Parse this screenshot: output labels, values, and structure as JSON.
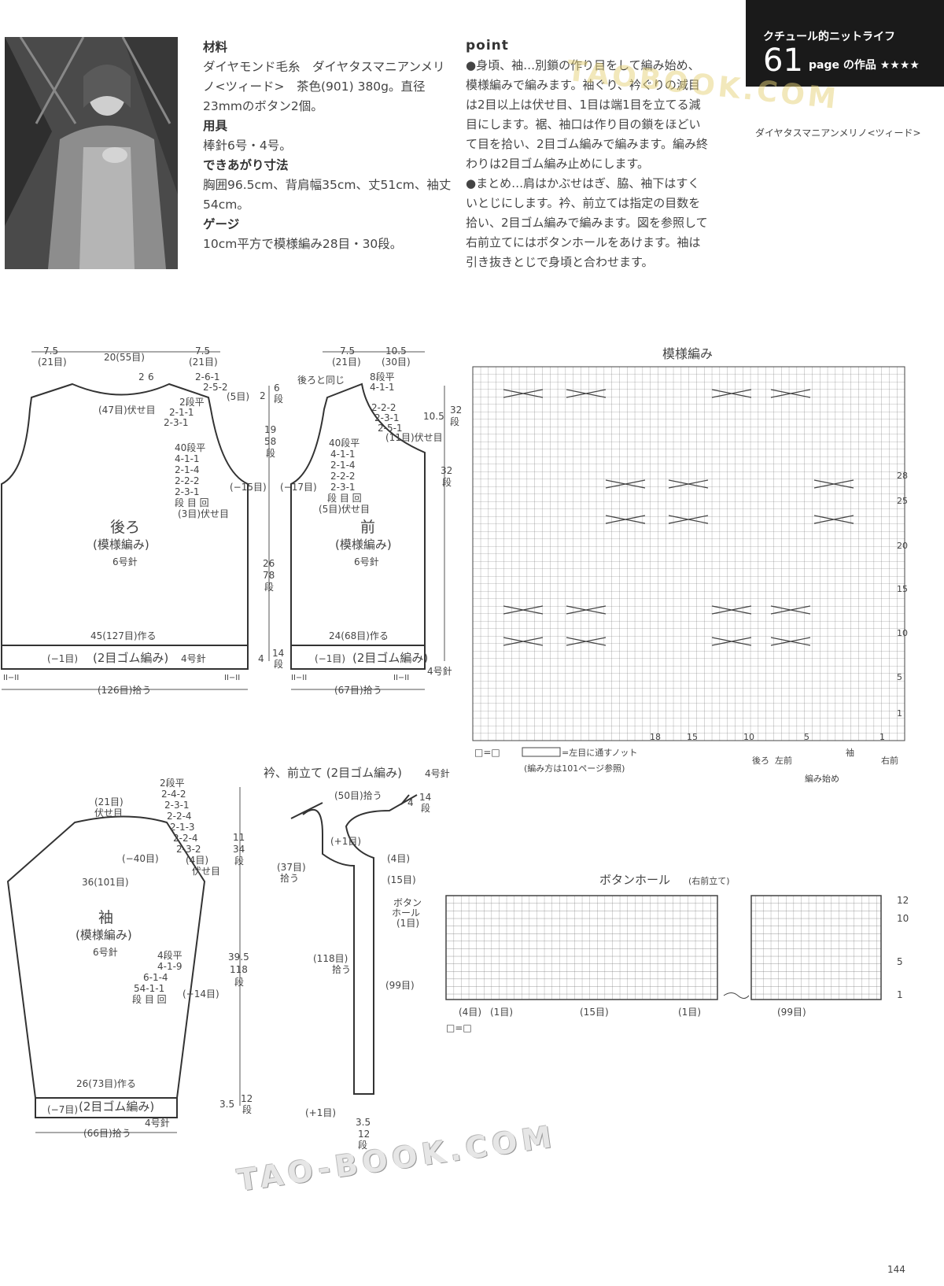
{
  "banner": {
    "series": "クチュール的ニットライフ",
    "number": "61",
    "page_label": "page の作品 ★★★★",
    "yarn": "ダイヤタスマニアンメリノ<ツィード>"
  },
  "materials": {
    "h1": "材料",
    "t1": "ダイヤモンド毛糸　ダイヤタスマニアンメリノ<ツィード>　茶色(901) 380g。直径23mmのボタン2個。",
    "h2": "用具",
    "t2": "棒針6号・4号。",
    "h3": "できあがり寸法",
    "t3": "胸囲96.5cm、背肩幅35cm、丈51cm、袖丈54cm。",
    "h4": "ゲージ",
    "t4": "10cm平方で模様編み28目・30段。"
  },
  "point": {
    "h": "point",
    "p1": "●身頃、袖…別鎖の作り目をして編み始め、模様編みで編みます。袖ぐり、衿ぐりの減目は2目以上は伏せ目、1目は端1目を立てる減目にします。裾、袖口は作り目の鎖をほどいて目を拾い、2目ゴム編みで編みます。編み終わりは2目ゴム編み止めにします。",
    "p2": "●まとめ…肩はかぶせはぎ、脇、袖下はすくいとじにします。衿、前立ては指定の目数を拾い、2目ゴム編みで編みます。図を参照して右前立てにはボタンホールをあけます。袖は引き抜きとじで身頃と合わせます。"
  },
  "back": {
    "w_side": "7.5",
    "w_side_st": "(21目)",
    "w_mid": "20(55目)",
    "w_side2": "7.5",
    "w_side2_st": "(21目)",
    "neck_h": "2",
    "neck_h2": "6",
    "neck_bind": "(47目)伏せ目",
    "dec_2": "2段平",
    "dec_a": "2-1-1",
    "dec_b": "2-3-1",
    "sh_a": "2-6-1",
    "sh_b": "2-5-2",
    "sh_c": "(5目)",
    "arm1": "40段平",
    "arm2": "4-1-1",
    "arm3": "2-1-4",
    "arm4": "2-2-2",
    "arm5": "2-3-1",
    "arm6": "段 目 回",
    "arm7": "(3目)伏せ目",
    "side": "(−15目)",
    "name": "後ろ",
    "stitch": "(模様編み)",
    "needle": "6号針",
    "cast": "45(127目)作る",
    "rib_dec": "(−1目)",
    "rib": "(2目ゴム編み)",
    "rib_needle": "4号針",
    "pick": "(126目)拾う",
    "mark": "II−II"
  },
  "front": {
    "w_side": "7.5",
    "w_side_st": "(21目)",
    "w_mid": "10.5",
    "w_mid_st": "(30目)",
    "same": "後ろと同じ",
    "n1": "8段平",
    "n2": "4-1-1",
    "n3": "2-2-2",
    "n4": "2-3-1",
    "n5": "2-5-1",
    "n6": "(11目)伏せ目",
    "arm1": "40段平",
    "arm2": "4-1-1",
    "arm3": "2-1-4",
    "arm4": "2-2-2",
    "arm5": "2-3-1",
    "arm6": "段 目 回",
    "arm7": "(5目)伏せ目",
    "side": "(−17目)",
    "name": "前",
    "stitch": "(模様編み)",
    "needle": "6号針",
    "cast": "24(68目)作る",
    "rib_dec": "(−1目)",
    "rib": "(2目ゴム編み)",
    "rib_needle": "4号針",
    "pick": "(67目)拾う",
    "mark": "II−II"
  },
  "vert": {
    "a1": "2",
    "a2": "6",
    "a3": "段",
    "b1": "19",
    "b2": "58",
    "b3": "段",
    "c1": "26",
    "c2": "78",
    "c3": "段",
    "d1": "4",
    "d2": "14",
    "d3": "段",
    "e1": "10.5",
    "e2": "32",
    "e3": "段",
    "f2": "32",
    "f3": "段"
  },
  "sleeve": {
    "top": "(21目)",
    "top2": "伏せ目",
    "d1": "2段平",
    "d2": "2-4-2",
    "d3": "2-3-1",
    "d4": "2-2-4",
    "d5": "2-1-3",
    "d6": "2-2-4",
    "d7": "2-3-2",
    "d8": "(4目)",
    "d9": "伏せ目",
    "cap": "(−40目)",
    "width": "36(101目)",
    "name": "袖",
    "stitch": "(模様編み)",
    "needle": "6号針",
    "inc1": "4段平",
    "inc2": "4-1-9",
    "inc3": "6-1-4",
    "inc4": "54-1-1",
    "inc5": "段 目 回",
    "inc6": "(+14目)",
    "cast": "26(73目)作る",
    "rib_dec": "(−7目)",
    "rib": "(2目ゴム編み)",
    "rib_needle": "4号針",
    "pick": "(66目)拾う",
    "v1": "11",
    "v2": "34",
    "v3": "段",
    "w1": "39.5",
    "w2": "118",
    "w3": "段",
    "x1": "3.5",
    "x2": "12",
    "x3": "段"
  },
  "collar": {
    "title": "衿、前立て (2目ゴム編み)",
    "needle": "4号針",
    "back_pick": "(50目)拾う",
    "t1": "4",
    "t2": "14",
    "t3": "段",
    "plus1": "(+1目)",
    "front_pick": "(37目)",
    "front_pick2": "拾う",
    "b4": "(4目)",
    "b15": "(15目)",
    "bh": "ボタン",
    "bh2": "ホール",
    "bh3": "(1目)",
    "p118": "(118目)",
    "p118b": "拾う",
    "p99": "(99目)",
    "plus2": "(+1目)",
    "bot1": "3.5",
    "bot2": "12",
    "bot3": "段"
  },
  "chart": {
    "title": "模様編み",
    "rows": [
      "28",
      "25",
      "20",
      "15",
      "10",
      "5",
      "1"
    ],
    "cols": [
      "18",
      "15",
      "10",
      "5",
      "1"
    ],
    "legend1": "□=□",
    "legend2": "=左目に通すノット",
    "legend3": "(編み方は101ページ参照)",
    "m1": "後ろ",
    "m2": "左前",
    "m3": "袖",
    "m4": "右前",
    "start": "編み始め"
  },
  "buttonhole": {
    "title": "ボタンホール",
    "sub": "(右前立て)",
    "r12": "12",
    "r10": "10",
    "r5": "5",
    "r1": "1",
    "c4": "(4目)",
    "c1": "(1目)",
    "c15": "(15目)",
    "c1b": "(1目)",
    "c99": "(99目)",
    "legend": "□=□"
  },
  "watermark": "TAO-BOOK.COM",
  "watermark2": "TAOBOOK.COM",
  "page_number": "144"
}
